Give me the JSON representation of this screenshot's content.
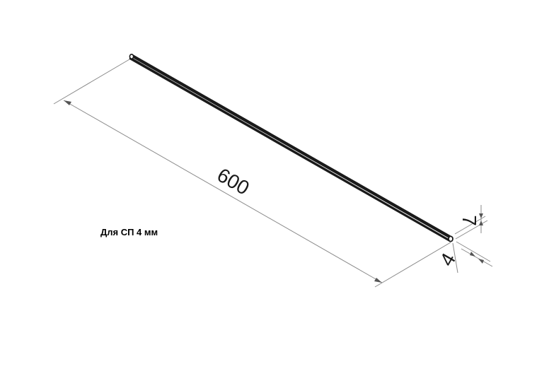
{
  "drawing": {
    "length_label": "600",
    "height_label": "7",
    "width_label": "4",
    "caption": "Для СП 4 мм"
  },
  "colors": {
    "part_outline": "#1a1a1a",
    "part_fill": "#ffffff",
    "dimension_line": "#8a8a8a",
    "background": "#ffffff"
  }
}
